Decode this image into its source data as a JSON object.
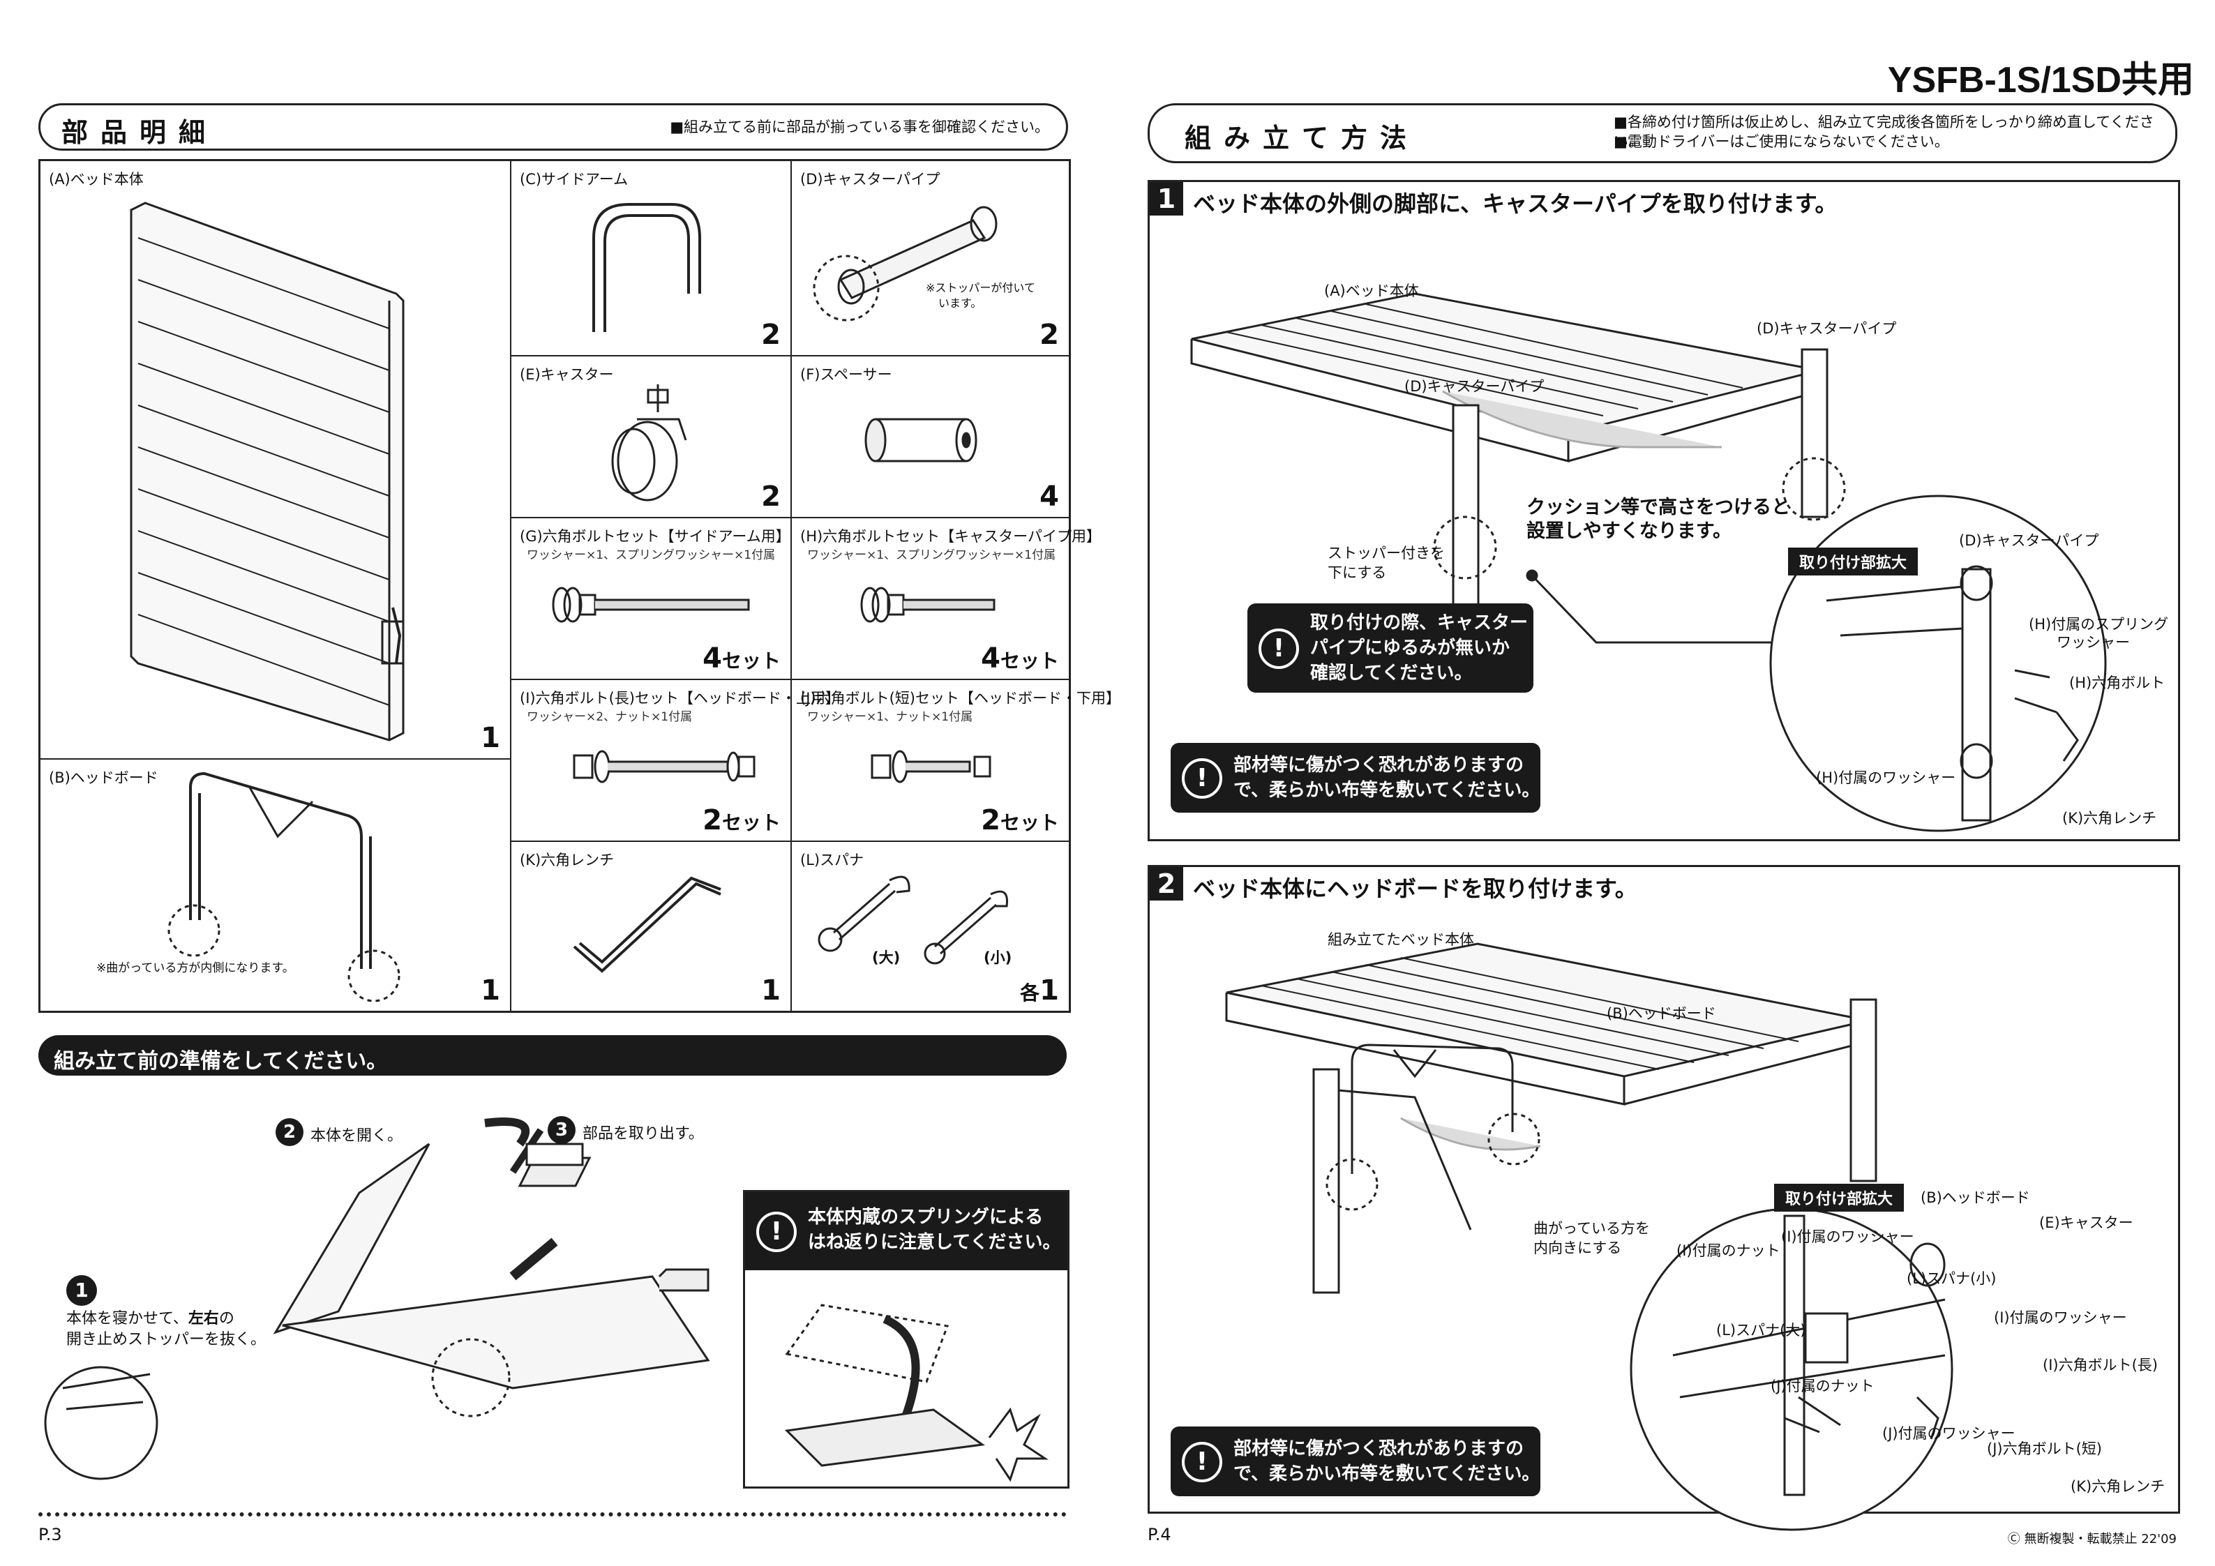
{
  "model": "YSFB-1S/1SD共用",
  "left": {
    "header_title": "部品明細",
    "header_note": "■組み立てる前に部品が揃っている事を御確認ください。",
    "parts": {
      "A": {
        "label": "(A)ベッド本体",
        "qty": "1"
      },
      "B": {
        "label": "(B)ヘッドボード",
        "qty": "1",
        "note": "※曲がっている方が内側になります。"
      },
      "C": {
        "label": "(C)サイドアーム",
        "qty": "2"
      },
      "D": {
        "label": "(D)キャスターパイプ",
        "qty": "2",
        "note1": "※ストッパーが付いて",
        "note2": "います。"
      },
      "E": {
        "label": "(E)キャスター",
        "qty": "2"
      },
      "F": {
        "label": "(F)スペーサー",
        "qty": "4"
      },
      "G": {
        "label": "(G)六角ボルトセット【サイドアーム用】",
        "sub": "ワッシャー×1、スプリングワッシャー×1付属",
        "qty": "4",
        "unit": "セット"
      },
      "H": {
        "label": "(H)六角ボルトセット【キャスターパイプ用】",
        "sub": "ワッシャー×1、スプリングワッシャー×1付属",
        "qty": "4",
        "unit": "セット"
      },
      "I": {
        "label": "(I)六角ボルト(長)セット【ヘッドボード・上用】",
        "sub": "ワッシャー×2、ナット×1付属",
        "qty": "2",
        "unit": "セット"
      },
      "J": {
        "label": "(J)六角ボルト(短)セット【ヘッドボード・下用】",
        "sub": "ワッシャー×1、ナット×1付属",
        "qty": "2",
        "unit": "セット"
      },
      "K": {
        "label": "(K)六角レンチ",
        "qty": "1"
      },
      "L": {
        "label": "(L)スパナ",
        "qty": "1",
        "qty_prefix": "各",
        "large": "(大)",
        "small": "(小)"
      }
    },
    "prep_title": "組み立て前の準備をしてください。",
    "prep_step1_num": "1",
    "prep_step1_a": "本体を寝かせて、",
    "prep_step1_b": "左右",
    "prep_step1_c": "の",
    "prep_step1_d": "開き止めストッパーを抜く。",
    "prep_step2_num": "2",
    "prep_step2": "本体を開く。",
    "prep_step3_num": "3",
    "prep_step3": "部品を取り出す。",
    "prep_warning_1": "本体内蔵のスプリングによる",
    "prep_warning_2": "はね返りに注意してください。",
    "page": "P.3"
  },
  "right": {
    "header_title": "組み立て方法",
    "header_note1": "■各締め付け箇所は仮止めし、組み立て完成後各箇所をしっかり締め直してください。",
    "header_note2": "■電動ドライバーはご使用にならないでください。",
    "step1": {
      "num": "1",
      "title": "ベッド本体の外側の脚部に、キャスターパイプを取り付けます。",
      "lbl_bed": "(A)ベッド本体",
      "lbl_caster_pipe": "(D)キャスターパイプ",
      "cushion1": "クッション等で高さをつけると",
      "cushion2": "設置しやすくなります。",
      "stopper1": "ストッパー付きを",
      "stopper2": "下にする",
      "warn1_1": "取り付けの際、キャスター",
      "warn1_2": "パイプにゆるみが無いか",
      "warn1_3": "確認してください。",
      "warn2_1": "部材等に傷がつく恐れがありますの",
      "warn2_2": "で、柔らかい布等を敷いてください。",
      "zoom_tag": "取り付け部拡大",
      "z_spring1": "(H)付属のスプリング",
      "z_spring2": "ワッシャー",
      "z_bolt": "(H)六角ボルト",
      "z_washer": "(H)付属のワッシャー",
      "z_wrench": "(K)六角レンチ"
    },
    "step2": {
      "num": "2",
      "title": "ベッド本体にヘッドボードを取り付けます。",
      "lbl_assembled": "組み立てたベッド本体",
      "lbl_headboard": "(B)ヘッドボード",
      "curve1": "曲がっている方を",
      "curve2": "内向きにする",
      "zoom_tag": "取り付け部拡大",
      "z_headboard": "(B)ヘッドボード",
      "z_caster": "(E)キャスター",
      "z_i_nut": "(I)付属のナット",
      "z_i_washer": "(I)付属のワッシャー",
      "z_spanner_s": "(L)スパナ(小)",
      "z_spanner_l": "(L)スパナ(大)",
      "z_i_washer2": "(I)付属のワッシャー",
      "z_i_bolt": "(I)六角ボルト(長)",
      "z_j_nut": "(J)付属のナット",
      "z_j_washer": "(J)付属のワッシャー",
      "z_j_bolt": "(J)六角ボルト(短)",
      "z_wrench": "(K)六角レンチ",
      "warn_1": "部材等に傷がつく恐れがありますの",
      "warn_2": "で、柔らかい布等を敷いてください。"
    },
    "page": "P.4",
    "copyright": "Ⓒ 無断複製・転載禁止 22'09"
  }
}
